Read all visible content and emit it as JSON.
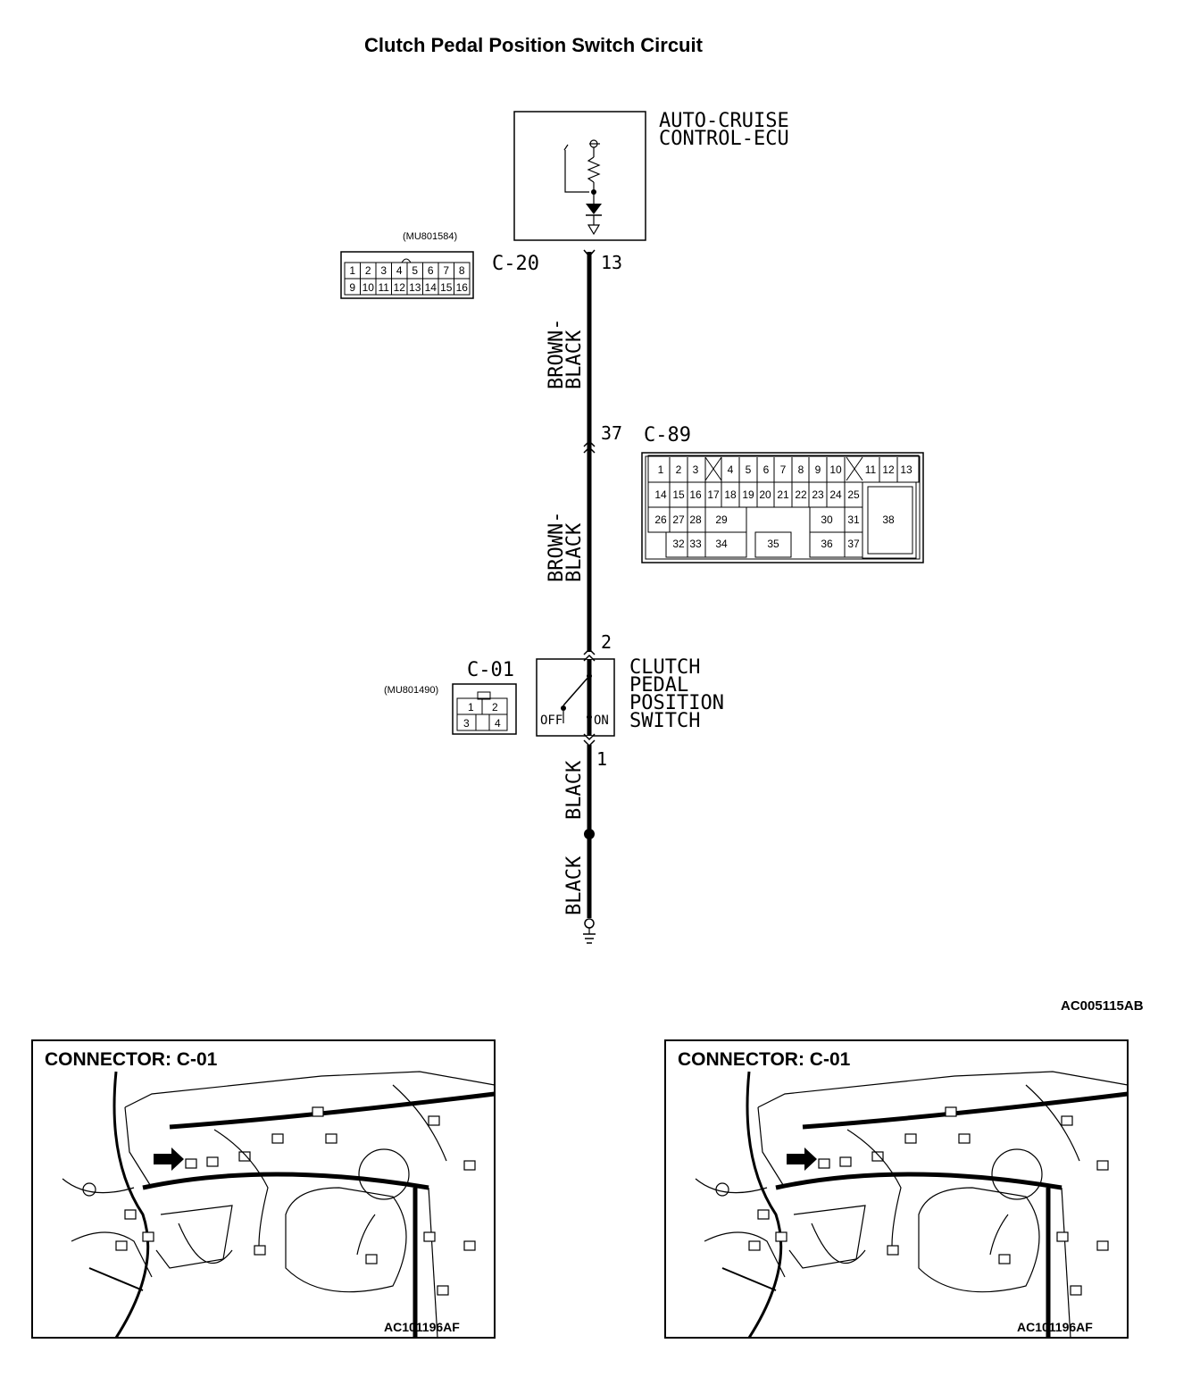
{
  "title": "Clutch Pedal Position Switch Circuit",
  "figure_code": "AC005115AB",
  "ecu": {
    "line1": "AUTO-CRUISE",
    "line2": "CONTROL-ECU",
    "pin": "13"
  },
  "connector_c20": {
    "label": "C-20",
    "part": "(MU801584)",
    "row1": [
      "1",
      "2",
      "3",
      "4",
      "5",
      "6",
      "7",
      "8"
    ],
    "row2": [
      "9",
      "10",
      "11",
      "12",
      "13",
      "14",
      "15",
      "16"
    ]
  },
  "connector_c89": {
    "label": "C-89",
    "pin": "37",
    "row1": [
      "1",
      "2",
      "3",
      "4",
      "5",
      "6",
      "7",
      "8",
      "9",
      "10",
      "11",
      "12",
      "13"
    ],
    "row2": [
      "14",
      "15",
      "16",
      "17",
      "18",
      "19",
      "20",
      "21",
      "22",
      "23",
      "24",
      "25"
    ],
    "row3": [
      "26",
      "27",
      "28",
      "29",
      "30",
      "31",
      "38"
    ],
    "row4": [
      "32",
      "33",
      "34",
      "35",
      "36",
      "37"
    ]
  },
  "wire_upper": {
    "line1": "BROWN-",
    "line2": "BLACK"
  },
  "wire_middle": {
    "line1": "BROWN-",
    "line2": "BLACK"
  },
  "switch": {
    "line1": "CLUTCH",
    "line2": "PEDAL",
    "line3": "POSITION",
    "line4": "SWITCH",
    "off": "OFF",
    "on": "ON",
    "pin_top": "2",
    "pin_bottom": "1"
  },
  "connector_c01": {
    "label": "C-01",
    "part": "(MU801490)",
    "pins": [
      "1",
      "2",
      "3",
      "4"
    ]
  },
  "wire_lower1": "BLACK",
  "wire_lower2": "BLACK",
  "photo_left": {
    "heading": "CONNECTOR: C-01",
    "code": "AC101196AF"
  },
  "photo_right": {
    "heading": "CONNECTOR: C-01",
    "code": "AC101196AF"
  }
}
